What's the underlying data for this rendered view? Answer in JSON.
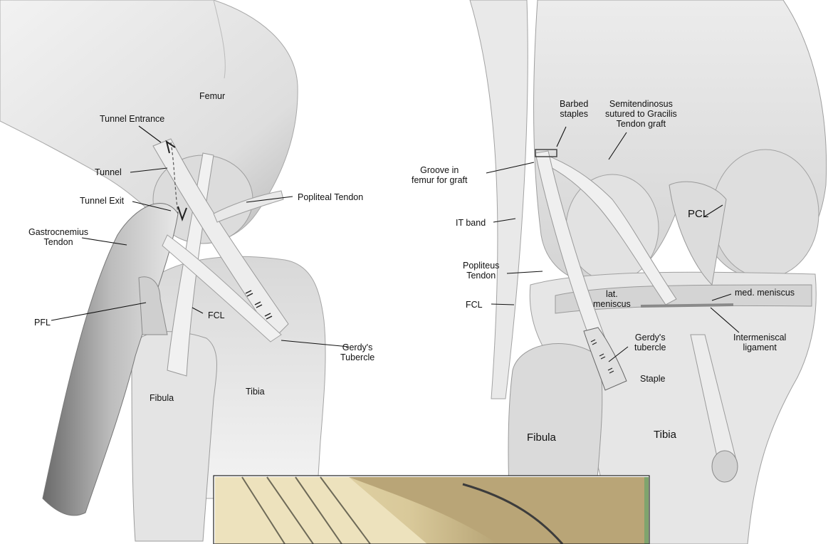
{
  "left_panel": {
    "labels": {
      "femur": "Femur",
      "tunnel_entrance": "Tunnel Entrance",
      "tunnel": "Tunnel",
      "tunnel_exit": "Tunnel Exit",
      "popliteal_tendon": "Popliteal Tendon",
      "gastrocnemius_tendon": "Gastrocnemius\nTendon",
      "pfl": "PFL",
      "fcl": "FCL",
      "gerdys_tubercle": "Gerdy's\nTubercle",
      "fibula": "Fibula",
      "tibia": "Tibia"
    }
  },
  "right_panel": {
    "labels": {
      "barbed_staples": "Barbed\nstaples",
      "semitendinosus": "Semitendinosus\nsutured to Gracilis\nTendon graft",
      "groove": "Groove in\nfemur for graft",
      "it_band": "IT band",
      "pcl": "PCL",
      "popliteus_tendon": "Popliteus\nTendon",
      "fcl": "FCL",
      "lat_meniscus": "lat.\nmeniscus",
      "med_meniscus": "med. meniscus",
      "gerdys_tubercle": "Gerdy's\ntubercle",
      "intermeniscal_ligament": "Intermeniscal\nligament",
      "staple": "Staple",
      "fibula": "Fibula",
      "tibia": "Tibia"
    }
  },
  "colors": {
    "bone": "#e6e6e6",
    "bone_shade": "#bdbdbd",
    "tendon": "#f3f3f3",
    "leader": "#111111",
    "photo_tan": "#c8b58a",
    "photo_green": "#7fa46d"
  }
}
